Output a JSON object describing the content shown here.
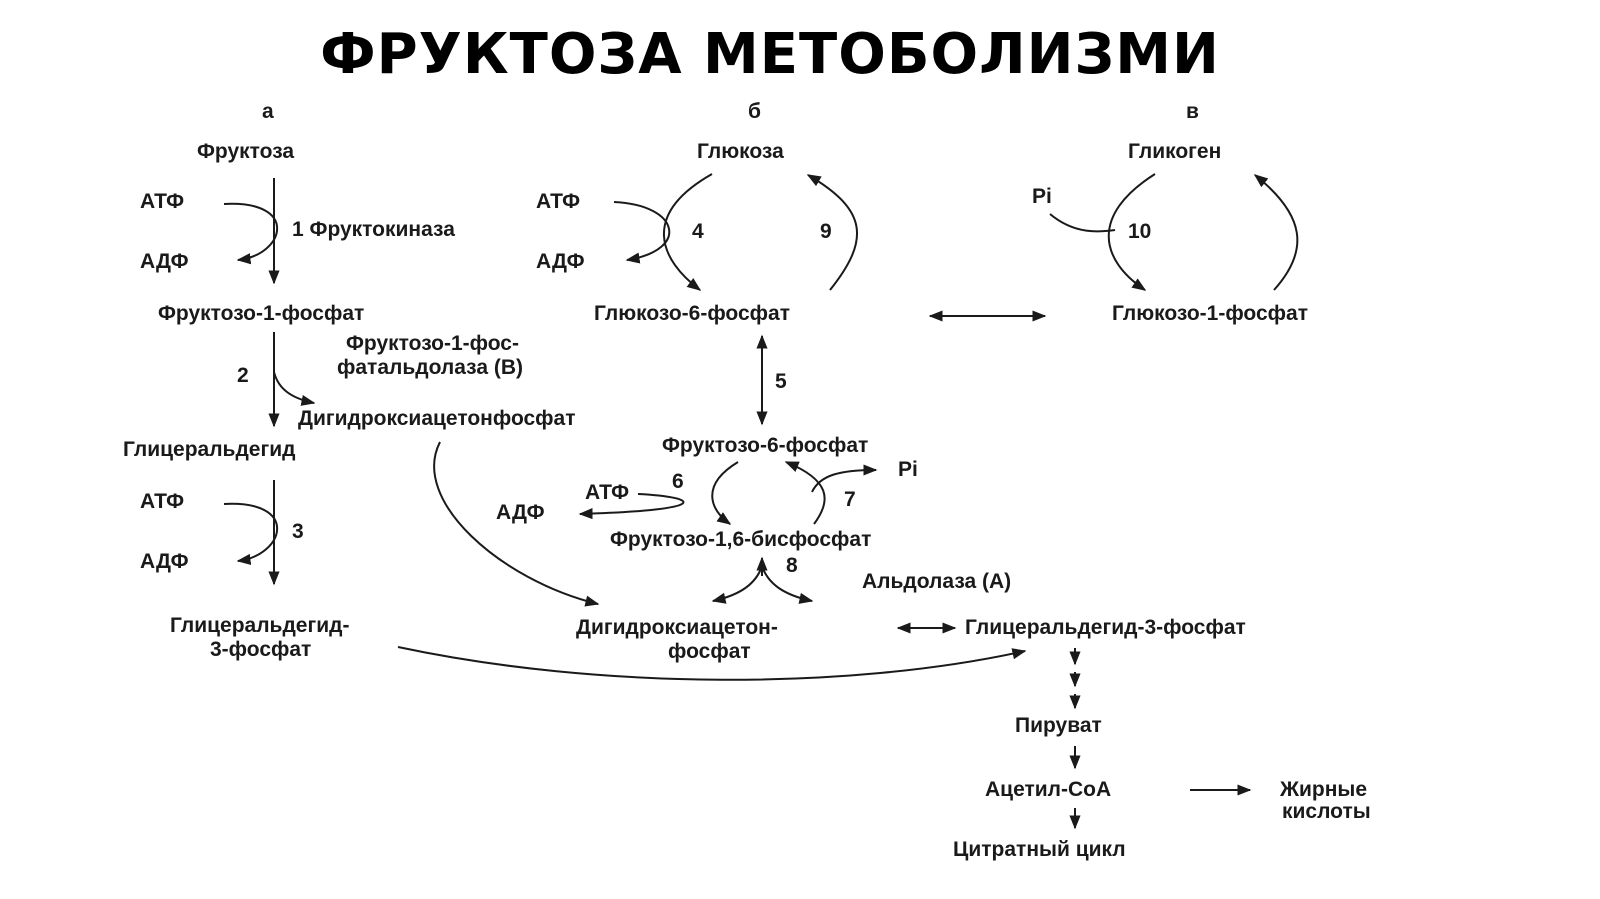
{
  "title": "ФРУКТОЗА МЕТОБОЛИЗМИ",
  "columns": [
    "а",
    "б",
    "в"
  ],
  "pathway_a": {
    "fructose": "Фруктоза",
    "atp": "АТФ",
    "adp": "АДФ",
    "step1": "1 Фруктокиназа",
    "f1p": "Фруктозо-1-фосфат",
    "step2": "2",
    "aldolase_b_line1": "Фруктозо-1-фос-",
    "aldolase_b_line2": "фатальдолаза (В)",
    "dhap": "Дигидроксиацетонфосфат",
    "glyceraldehyde": "Глицеральдегид",
    "atp2": "АТФ",
    "adp2": "АДФ",
    "step3": "3",
    "g3p_line1": "Глицеральдегид-",
    "g3p_line2": "3-фосфат"
  },
  "pathway_b": {
    "glucose": "Глюкоза",
    "atp": "АТФ",
    "adp": "АДФ",
    "step4": "4",
    "step9": "9",
    "g6p": "Глюкозо-6-фосфат",
    "step5": "5",
    "f6p": "Фруктозо-6-фосфат",
    "atp6": "АТФ",
    "step6": "6",
    "adp6": "АДФ",
    "pi7": "Pi",
    "step7": "7",
    "f16bp": "Фруктозо-1,6-бисфосфат",
    "step8": "8",
    "aldolase_a": "Альдолаза (А)",
    "dhap_line1": "Дигидроксиацетон-",
    "dhap_line2": "фосфат",
    "gap": "Глицеральдегид-3-фосфат",
    "pyruvate": "Пируват",
    "acetyl_coa": "Ацетил-СоА",
    "fatty_line1": "Жирные",
    "fatty_line2": "кислоты",
    "citrate_cycle": "Цитратный цикл"
  },
  "pathway_c": {
    "glycogen": "Гликоген",
    "pi": "Pi",
    "step10": "10",
    "g1p": "Глюкозо-1-фосфат"
  }
}
